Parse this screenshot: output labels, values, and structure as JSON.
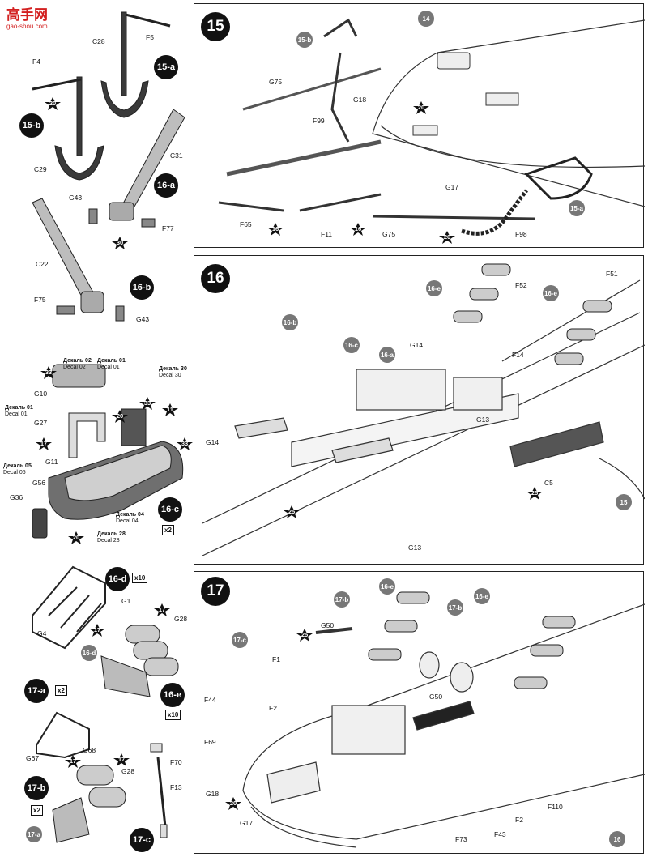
{
  "logo": {
    "chars": "高手网",
    "url": "gao-shou.com"
  },
  "left": {
    "s15a": {
      "tag": "15-a",
      "parts": [
        "C28",
        "F5"
      ]
    },
    "s15b": {
      "tag": "15-b",
      "parts": [
        "F4",
        "C29"
      ],
      "star": "20"
    },
    "s16a": {
      "tag": "16-a",
      "parts": [
        "C31",
        "G43",
        "F77"
      ],
      "star": "30"
    },
    "s16b": {
      "tag": "16-b",
      "parts": [
        "C22",
        "F75",
        "G43"
      ]
    },
    "s16c": {
      "tag": "16-c",
      "mult": "x2",
      "parts": [
        "G10",
        "G27",
        "G11",
        "G56",
        "G36"
      ],
      "stars": [
        "33",
        "20",
        "33",
        "11",
        "17",
        "33",
        "20"
      ],
      "decals": [
        {
          "ru": "Декаль 02",
          "en": "Decal 02"
        },
        {
          "ru": "Декаль 01",
          "en": "Decal 01"
        },
        {
          "ru": "Декаль 30",
          "en": "Decal 30"
        },
        {
          "ru": "Декаль 01",
          "en": "Decal 01"
        },
        {
          "ru": "Декаль 05",
          "en": "Decal 05"
        },
        {
          "ru": "Декаль 04",
          "en": "Decal 04"
        },
        {
          "ru": "Декаль 28",
          "en": "Decal 28"
        }
      ]
    },
    "s16d": {
      "tag": "16-d",
      "mult": "x10",
      "parts": [
        "G1",
        "G4"
      ],
      "star": "17"
    },
    "s16e": {
      "tag": "16-e",
      "mult": "x10",
      "parts": [
        "G28"
      ],
      "star": "17",
      "ref": "16-d"
    },
    "s17a": {
      "tag": "17-a",
      "mult": "x2",
      "parts": [
        "G67",
        "G68"
      ],
      "star": "17"
    },
    "s17b": {
      "tag": "17-b",
      "mult": "x2",
      "parts": [
        "G28"
      ],
      "star": "17",
      "ref": "17-a"
    },
    "s17c": {
      "tag": "17-c",
      "parts": [
        "F70",
        "F13"
      ]
    }
  },
  "step15": {
    "num": "15",
    "refs": [
      "15-b",
      "14",
      "15-a"
    ],
    "parts": [
      "G75",
      "G18",
      "F99",
      "G17",
      "F65",
      "F11",
      "G75",
      "F98"
    ],
    "stars": [
      "20",
      "16",
      "16",
      "20"
    ]
  },
  "step16": {
    "num": "16",
    "refs": [
      "16-e",
      "16-e",
      "16-b",
      "16-c",
      "16-a",
      "15"
    ],
    "parts": [
      "F52",
      "F51",
      "F14",
      "G14",
      "G13",
      "G14",
      "C5",
      "G13"
    ],
    "stars": [
      "25",
      "25"
    ]
  },
  "step17": {
    "num": "17",
    "refs": [
      "16-e",
      "17-b",
      "17-c",
      "17-b",
      "16-e",
      "16"
    ],
    "parts": [
      "G50",
      "F1",
      "F2",
      "F44",
      "G50",
      "F69",
      "G18",
      "G17",
      "F110",
      "F2",
      "F73",
      "F43"
    ],
    "stars": [
      "25",
      "20"
    ]
  }
}
